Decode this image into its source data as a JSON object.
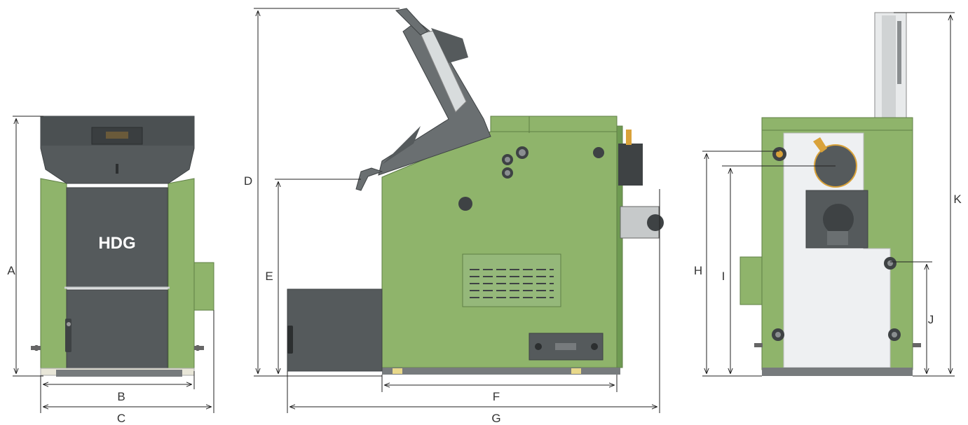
{
  "brand": {
    "logo_text": "HDG"
  },
  "dimensions": {
    "A": "A",
    "B": "B",
    "C": "C",
    "D": "D",
    "E": "E",
    "F": "F",
    "G": "G",
    "H": "H",
    "I": "I",
    "J": "J",
    "K": "K"
  },
  "colors": {
    "body_green": "#8fb46b",
    "body_green_dark": "#6f9a52",
    "charcoal": "#555a5c",
    "charcoal_dark": "#3e4244",
    "insulation": "#eef0f2",
    "base_plate": "#777b7d",
    "accent_yellow": "#e8d88a"
  },
  "icons": {
    "handle": "door-handle-icon",
    "connector": "pipe-connector-icon",
    "sensor": "temperature-sensor-icon"
  }
}
